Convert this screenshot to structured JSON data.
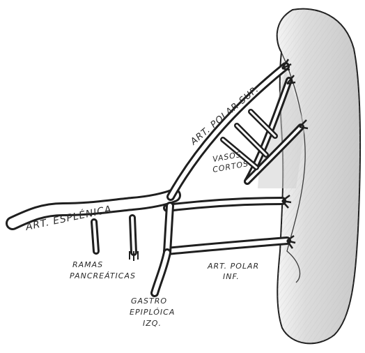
{
  "labels": {
    "splenic_artery": "ART. ESPLÉNICA",
    "superior_polar_artery": "ART. POLAR SUP.",
    "short_vessels_line1": "VASOS",
    "short_vessels_line2": "CORTOS",
    "pancreatic_branches_line1": "RAMAS",
    "pancreatic_branches_line2": "PANCREÁTICAS",
    "left_gastroepiploic_line1": "GASTRO",
    "left_gastroepiploic_line2": "EPIPLÓICA",
    "left_gastroepiploic_line3": "IZQ.",
    "inferior_polar_artery_line1": "ART. POLAR",
    "inferior_polar_artery_line2": "INF."
  },
  "colors": {
    "ink": "#1f1f1f",
    "paper": "#ffffff",
    "spleen_shade": "#d9d9d9"
  }
}
